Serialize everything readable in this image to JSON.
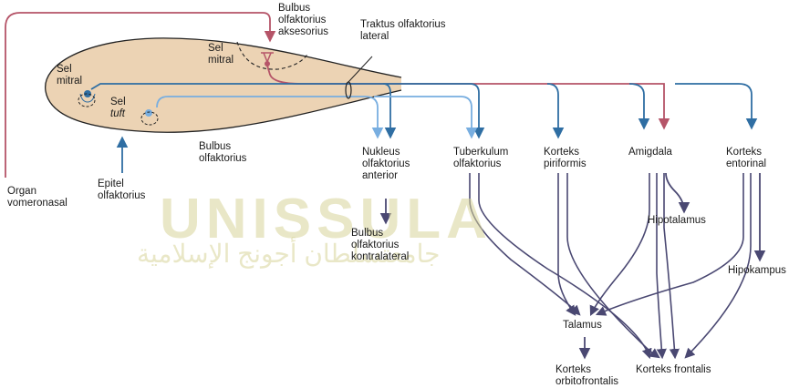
{
  "watermark": {
    "text": "UNISSULA",
    "arabic": "جامعتسلطان أجونج الإسلامية"
  },
  "labels": {
    "bulbus_aks": [
      "Bulbus",
      "olfaktorius",
      "aksesorius"
    ],
    "traktus": [
      "Traktus olfaktorius",
      "lateral"
    ],
    "sel_mitral_top": [
      "Sel",
      "mitral"
    ],
    "sel_mitral_left": [
      "Sel",
      "mitral"
    ],
    "sel_tuft": [
      "Sel",
      "tuft"
    ],
    "bulbus_olf": [
      "Bulbus",
      "olfaktorius"
    ],
    "organ": [
      "Organ",
      "vomeronasal"
    ],
    "epitel": [
      "Epitel",
      "olfaktorius"
    ],
    "nukleus": [
      "Nukleus",
      "olfaktorius",
      "anterior"
    ],
    "bulbus_kontra": [
      "Bulbus",
      "olfaktorius",
      "kontralateral"
    ],
    "tuberkulum": [
      "Tuberkulum",
      "olfaktorius"
    ],
    "korteks_piri": [
      "Korteks",
      "piriformis"
    ],
    "amigdala": "Amigdala",
    "korteks_ento": [
      "Korteks",
      "entorinal"
    ],
    "hipotalamus": "Hipotalamus",
    "hipokampus": "Hipokampus",
    "talamus": "Talamus",
    "korteks_orbito": [
      "Korteks",
      "orbitofrontalis"
    ],
    "korteks_frontalis": "Korteks frontalis"
  },
  "colors": {
    "bulb_fill": "#ecd3b4",
    "bulb_stroke": "#222222",
    "main_blue": "#2f6ea3",
    "light_blue": "#78aee0",
    "red": "#b55468",
    "purple": "#4a4872"
  }
}
